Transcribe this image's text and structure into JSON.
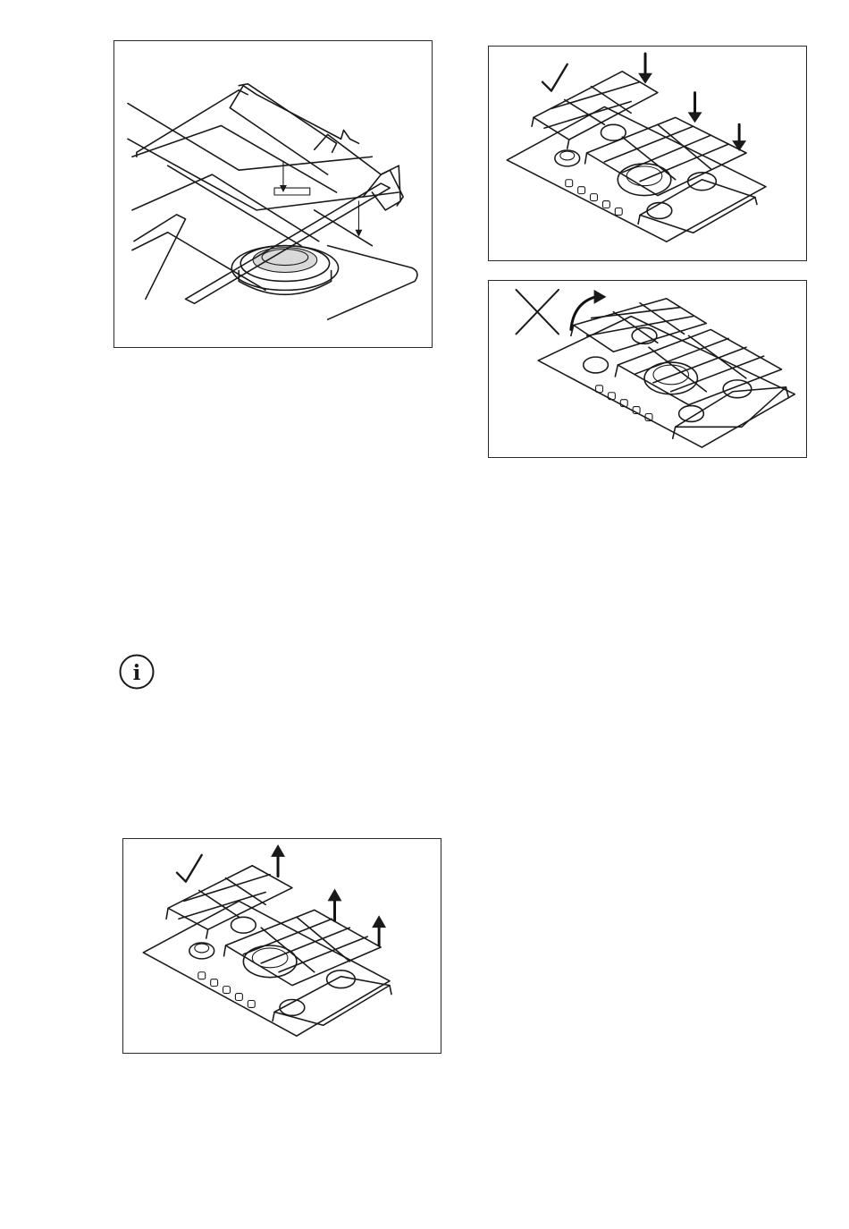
{
  "figures": [
    {
      "id": "detail",
      "icon": "pan-support-detail"
    },
    {
      "id": "correct-place",
      "icon": "check-icon"
    },
    {
      "id": "wrong-place",
      "icon": "cross-icon"
    },
    {
      "id": "correct-remove",
      "icon": "check-icon"
    }
  ],
  "info_icon": {
    "glyph": "i"
  }
}
